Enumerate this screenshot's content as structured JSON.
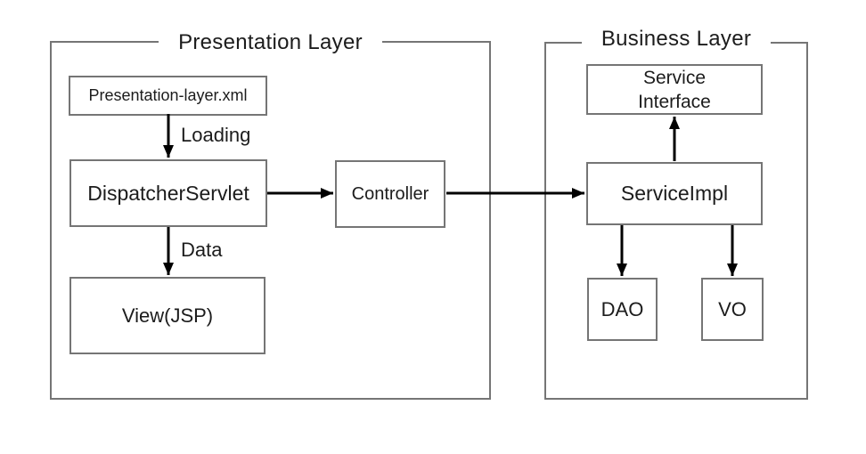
{
  "diagram": {
    "groups": {
      "presentation": {
        "title": "Presentation Layer"
      },
      "business": {
        "title": "Business Layer"
      }
    },
    "nodes": {
      "config_xml": "Presentation-layer.xml",
      "dispatcher_servlet": "DispatcherServlet",
      "view_jsp": "View(JSP)",
      "controller": "Controller",
      "service_interface_line1": "Service",
      "service_interface_line2": "Interface",
      "service_impl": "ServiceImpl",
      "dao": "DAO",
      "vo": "VO"
    },
    "edge_labels": {
      "loading": "Loading",
      "data": "Data"
    },
    "colors": {
      "box_border": "#757575",
      "arrow": "#000000",
      "text": "#1c1c1c",
      "background": "#ffffff"
    }
  }
}
